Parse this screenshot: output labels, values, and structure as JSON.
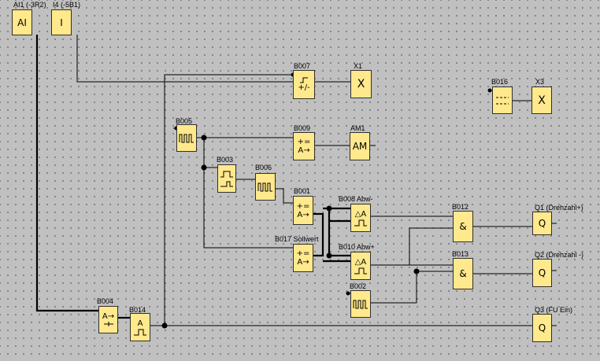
{
  "inputs": {
    "ai1": {
      "label": "AI1 (-3R2)",
      "symbol": "AI"
    },
    "i4": {
      "label": "I4 (-5B1)",
      "symbol": "I"
    }
  },
  "blocks": {
    "b007": {
      "label": "B007",
      "line1": "+/-"
    },
    "x1": {
      "label": "X1",
      "symbol": "X"
    },
    "b016": {
      "label": "B016"
    },
    "x3": {
      "label": "X3",
      "symbol": "X"
    },
    "b005": {
      "label": "B005"
    },
    "b009": {
      "label": "B009",
      "line1": "+=",
      "line2": "A→"
    },
    "am1": {
      "label": "AM1",
      "symbol": "AM"
    },
    "b003": {
      "label": "B003"
    },
    "b006": {
      "label": "B006"
    },
    "b001": {
      "label": "B001",
      "line1": "+=",
      "line2": "A→"
    },
    "b008": {
      "label": "B008 Abw-",
      "symbol": "△A"
    },
    "b012": {
      "label": "B012",
      "symbol": "&"
    },
    "q1": {
      "label": "Q1 (Drehzahl+)",
      "symbol": "Q"
    },
    "b017": {
      "label": "B017 Sollwert",
      "line1": "+=",
      "line2": "A→"
    },
    "b010": {
      "label": "B010 Abw+",
      "symbol": "△A"
    },
    "b013": {
      "label": "B013",
      "symbol": "&"
    },
    "q2": {
      "label": "Q2 (Drehzahl -)",
      "symbol": "Q"
    },
    "b002": {
      "label": "B002"
    },
    "b004": {
      "label": "B004",
      "symbol": "A→"
    },
    "b014": {
      "label": "B014",
      "symbol": "A"
    },
    "q3": {
      "label": "Q3 (FU Ein)",
      "symbol": "Q"
    }
  },
  "colors": {
    "canvas": "#c0c0c0",
    "grid_dot": "#6e6e6e",
    "block_fill": "#ffe98c",
    "wire": "#000000"
  }
}
